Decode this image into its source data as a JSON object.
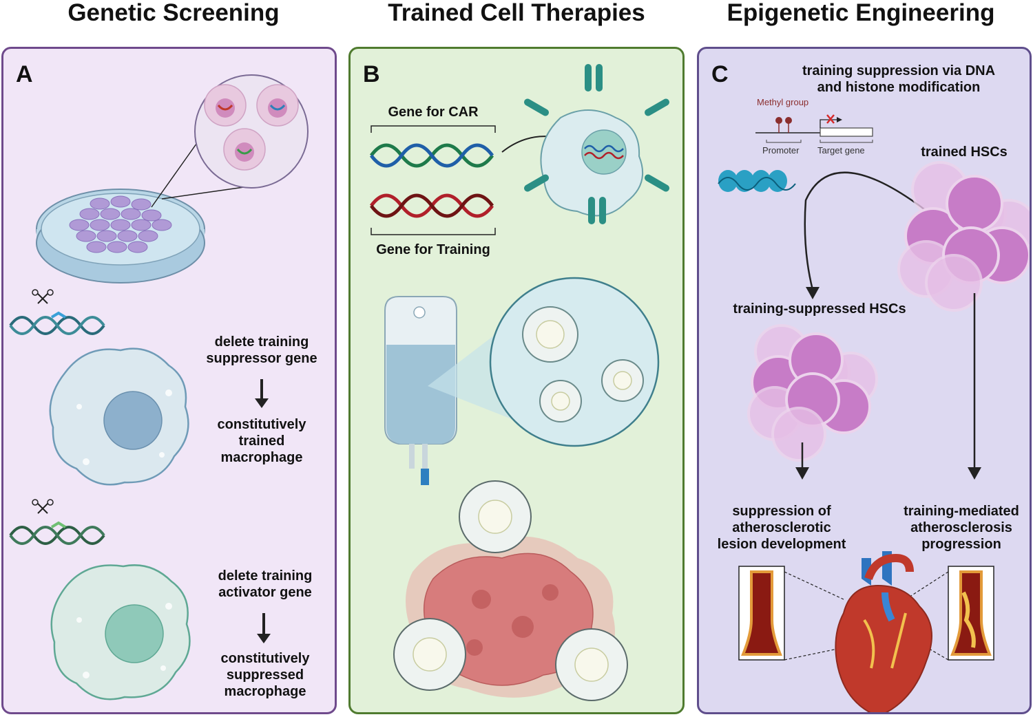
{
  "titles": {
    "col_a": "Genetic Screening",
    "col_b": "Trained Cell Therapies",
    "col_c": "Epigenetic Engineering"
  },
  "panel_a": {
    "letter": "A",
    "delete_suppressor": "delete training suppressor gene",
    "trained_result": "constitutively trained macrophage",
    "delete_activator": "delete training activator gene",
    "suppressed_result": "constitutively suppressed macrophage"
  },
  "panel_b": {
    "letter": "B",
    "gene_car": "Gene for CAR",
    "gene_training": "Gene for Training"
  },
  "panel_c": {
    "letter": "C",
    "suppression_title": "training suppression via DNA and histone modification",
    "methyl_group": "Methyl group",
    "promoter": "Promoter",
    "target_gene": "Target gene",
    "trained_hscs": "trained HSCs",
    "suppressed_hscs": "training-suppressed HSCs",
    "suppression_outcome": "suppression of atherosclerotic lesion development",
    "progression_outcome": "training-mediated atherosclerosis progression"
  },
  "colors": {
    "panel_a_bg": "#f1e6f7",
    "panel_b_bg": "#e2f1d9",
    "panel_c_bg": "#ddd9f1",
    "hsc_pink": "#c77cc7",
    "macrophage_blue": "#dbe8ef",
    "tumor_red": "#d77c7c",
    "receptor_teal": "#2b8f85"
  }
}
